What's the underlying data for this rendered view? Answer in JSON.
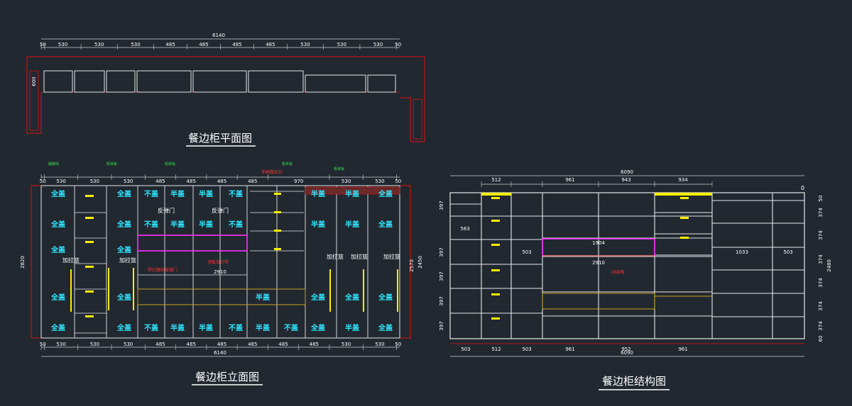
{
  "titles": {
    "plan": "餐边柜平面图",
    "elevation": "餐边柜立面图",
    "structure": "餐边柜结构图"
  },
  "plan": {
    "total": "6140",
    "segments": [
      "50",
      "530",
      "530",
      "530",
      "485",
      "485",
      "485",
      "485",
      "530",
      "530",
      "530",
      "50"
    ],
    "depth": "600"
  },
  "elevation": {
    "total": "6140",
    "segments": [
      "50",
      "530",
      "530",
      "530",
      "485",
      "485",
      "485",
      "485",
      "970",
      "530",
      "530",
      "50"
    ],
    "bottom_segments": [
      "50",
      "530",
      "530",
      "530",
      "485",
      "485",
      "485",
      "485",
      "485",
      "485",
      "530",
      "530",
      "50"
    ],
    "height": "2820",
    "height_right": "2450",
    "height_right2": "2570",
    "span_2910": "2910",
    "door_labels": {
      "full": "全盖",
      "none": "不盖",
      "half": "半盖"
    },
    "side_labels": [
      "反弹门",
      "反弹门"
    ],
    "pull_label": "加拉篮",
    "red_notes": [
      "手柄做反扣",
      "带灯磨砂玻璃门",
      "顶板加灯带"
    ],
    "green_notes": [
      "踢脚线",
      "柜体板",
      "柜体板",
      "柜体板",
      "柜体板"
    ]
  },
  "structure": {
    "total": "6090",
    "top_segments": [
      "512",
      "961",
      "943",
      "934"
    ],
    "bottom_segments": [
      "503",
      "512",
      "503",
      "961",
      "952",
      "961"
    ],
    "bottom_total": "6090",
    "inner": [
      "503",
      "1033",
      "503",
      "1904",
      "2910",
      "583"
    ],
    "heights": [
      "50",
      "374",
      "374",
      "374",
      "374",
      "374",
      "374",
      "60"
    ],
    "height_total": "2480",
    "left_heights": [
      "397",
      "397",
      "397",
      "397",
      "397"
    ],
    "center_label": "18层板",
    "ground": "0"
  }
}
